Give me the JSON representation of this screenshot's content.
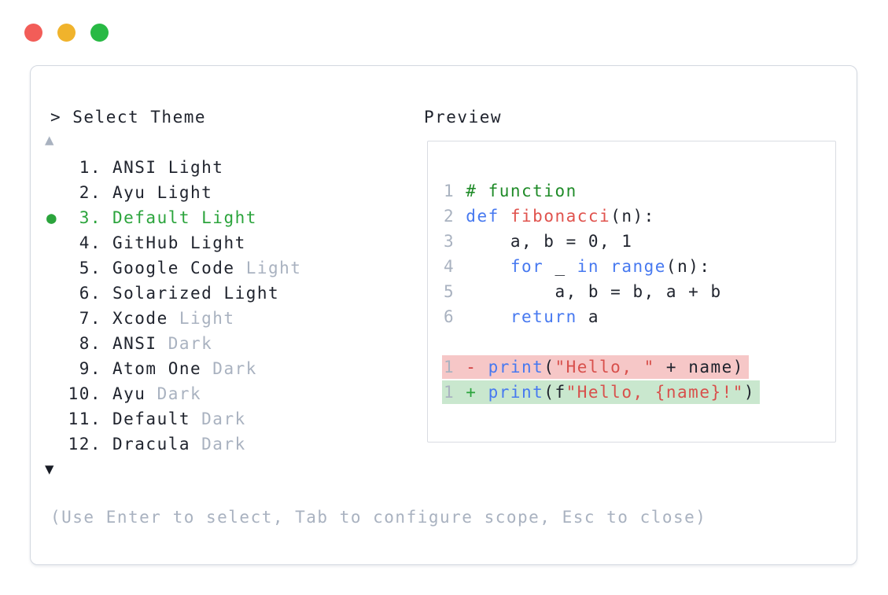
{
  "window": {
    "controls": [
      {
        "name": "close",
        "color": "#f25d58"
      },
      {
        "name": "minimize",
        "color": "#f0b32c"
      },
      {
        "name": "zoom",
        "color": "#28b944"
      }
    ]
  },
  "picker": {
    "title": "> Select Theme",
    "scroll_up": "▲",
    "scroll_down": "▼",
    "selected_bullet": "●",
    "items": [
      {
        "number": "1.",
        "name": "ANSI",
        "variant": "Light",
        "dim_variant": false,
        "selected": false
      },
      {
        "number": "2.",
        "name": "Ayu",
        "variant": "Light",
        "dim_variant": false,
        "selected": false
      },
      {
        "number": "3.",
        "name": "Default",
        "variant": "Light",
        "dim_variant": false,
        "selected": true
      },
      {
        "number": "4.",
        "name": "GitHub",
        "variant": "Light",
        "dim_variant": false,
        "selected": false
      },
      {
        "number": "5.",
        "name": "Google Code",
        "variant": "Light",
        "dim_variant": true,
        "selected": false
      },
      {
        "number": "6.",
        "name": "Solarized",
        "variant": "Light",
        "dim_variant": false,
        "selected": false
      },
      {
        "number": "7.",
        "name": "Xcode",
        "variant": "Light",
        "dim_variant": true,
        "selected": false
      },
      {
        "number": "8.",
        "name": "ANSI",
        "variant": "Dark",
        "dim_variant": true,
        "selected": false
      },
      {
        "number": "9.",
        "name": "Atom One",
        "variant": "Dark",
        "dim_variant": true,
        "selected": false
      },
      {
        "number": "10.",
        "name": "Ayu",
        "variant": "Dark",
        "dim_variant": true,
        "selected": false
      },
      {
        "number": "11.",
        "name": "Default",
        "variant": "Dark",
        "dim_variant": true,
        "selected": false
      },
      {
        "number": "12.",
        "name": "Dracula",
        "variant": "Dark",
        "dim_variant": true,
        "selected": false
      }
    ],
    "hint": "(Use Enter to select, Tab to configure scope, Esc to close)"
  },
  "preview": {
    "label": "Preview",
    "code_lines": [
      {
        "bg": null,
        "tokens": [
          {
            "t": "1 ",
            "c": "ln"
          },
          {
            "t": "# function",
            "c": "comment"
          }
        ]
      },
      {
        "bg": null,
        "tokens": [
          {
            "t": "2 ",
            "c": "ln"
          },
          {
            "t": "def",
            "c": "keyword"
          },
          {
            "t": " ",
            "c": "plain"
          },
          {
            "t": "fibonacci",
            "c": "func"
          },
          {
            "t": "(n):",
            "c": "plain"
          }
        ]
      },
      {
        "bg": null,
        "tokens": [
          {
            "t": "3 ",
            "c": "ln"
          },
          {
            "t": "    a, b = 0, 1",
            "c": "plain"
          }
        ]
      },
      {
        "bg": null,
        "tokens": [
          {
            "t": "4 ",
            "c": "ln"
          },
          {
            "t": "    ",
            "c": "plain"
          },
          {
            "t": "for",
            "c": "keyword"
          },
          {
            "t": " _ ",
            "c": "plain"
          },
          {
            "t": "in",
            "c": "keyword"
          },
          {
            "t": " ",
            "c": "plain"
          },
          {
            "t": "range",
            "c": "keyword"
          },
          {
            "t": "(n):",
            "c": "plain"
          }
        ]
      },
      {
        "bg": null,
        "tokens": [
          {
            "t": "5 ",
            "c": "ln"
          },
          {
            "t": "        a, b = b, a + b",
            "c": "plain"
          }
        ]
      },
      {
        "bg": null,
        "tokens": [
          {
            "t": "6 ",
            "c": "ln"
          },
          {
            "t": "    ",
            "c": "plain"
          },
          {
            "t": "return",
            "c": "keyword"
          },
          {
            "t": " a",
            "c": "plain"
          }
        ]
      },
      {
        "bg": null,
        "tokens": []
      },
      {
        "bg": "removed",
        "tokens": [
          {
            "t": "1 ",
            "c": "ln"
          },
          {
            "t": "- ",
            "c": "minus"
          },
          {
            "t": "print",
            "c": "keyword"
          },
          {
            "t": "(",
            "c": "plain"
          },
          {
            "t": "\"Hello, \"",
            "c": "string"
          },
          {
            "t": " + name)",
            "c": "plain"
          }
        ]
      },
      {
        "bg": "added",
        "tokens": [
          {
            "t": "1 ",
            "c": "ln"
          },
          {
            "t": "+ ",
            "c": "plus"
          },
          {
            "t": "print",
            "c": "keyword"
          },
          {
            "t": "(f",
            "c": "plain"
          },
          {
            "t": "\"Hello, {name}!\"",
            "c": "string"
          },
          {
            "t": ")",
            "c": "plain"
          }
        ]
      }
    ]
  },
  "colors": {
    "text_dark": "#20242e",
    "dim_gray": "#a9b2c0",
    "selected_green": "#2ba43c",
    "comment_green": "#1f8b28",
    "keyword_blue": "#4779f0",
    "func_red": "#e0534e",
    "string_red": "#d8504c",
    "minus_red": "#d23f3f",
    "plus_green": "#2ba43c",
    "diff_removed_bg": "#f6c7c7",
    "diff_added_bg": "#c9e7ce",
    "traffic_close": "#f25d58",
    "traffic_minimize": "#f0b32c",
    "traffic_zoom": "#28b944"
  }
}
